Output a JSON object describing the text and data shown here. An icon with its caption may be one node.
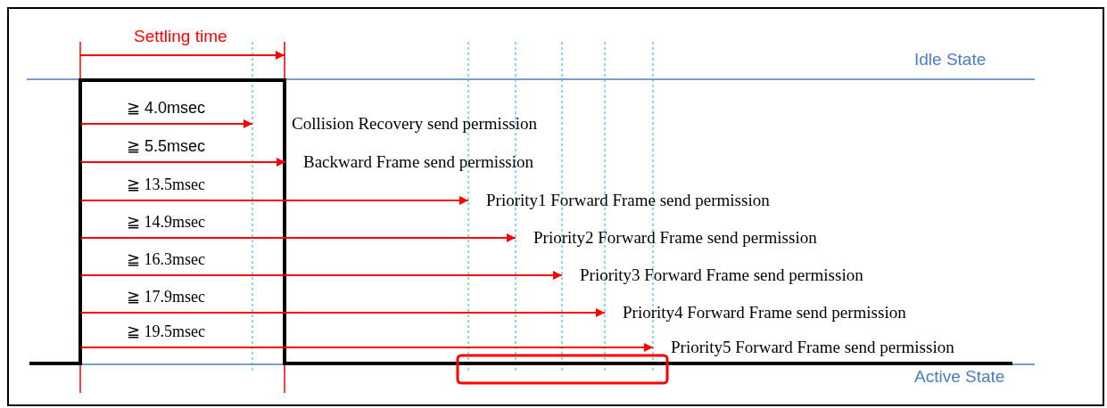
{
  "diagram": {
    "nodes": [
      {
        "text": [
          "Collision Recovery send permission"
        ]
      },
      {
        "text": [
          "Backward Frame send permission"
        ]
      },
      {
        "text": [
          "Priority1 Forward Frame send permission"
        ]
      },
      {
        "text": [
          "Priority2 Forward Frame send permission"
        ]
      },
      {
        "text": [
          "Priority3 Forward Frame send permission"
        ]
      },
      {
        "text": [
          "Priority4 Forward Frame send permission"
        ]
      },
      {
        "text": [
          "Priority5 Forward Frame send permission"
        ]
      }
    ],
    "edges": [
      {
        "from": null,
        "to": 0,
        "arrow": "to",
        "label": "≧ 4.0msec"
      },
      {
        "from": null,
        "to": 1,
        "arrow": "to",
        "label": "≧ 5.5msec"
      },
      {
        "from": null,
        "to": 2,
        "arrow": "to",
        "label": "≧ 13.5msec"
      },
      {
        "from": null,
        "to": 3,
        "arrow": "to",
        "label": "≧ 14.9msec"
      },
      {
        "from": null,
        "to": 4,
        "arrow": "to",
        "label": "≧ 16.3msec"
      },
      {
        "from": null,
        "to": 5,
        "arrow": "to",
        "label": "≧ 17.9msec"
      },
      {
        "from": null,
        "to": 6,
        "arrow": "to",
        "label": "≧ 19.5msec"
      }
    ],
    "labels": [
      "Settling time",
      "Idle State",
      "Active State"
    ]
  }
}
